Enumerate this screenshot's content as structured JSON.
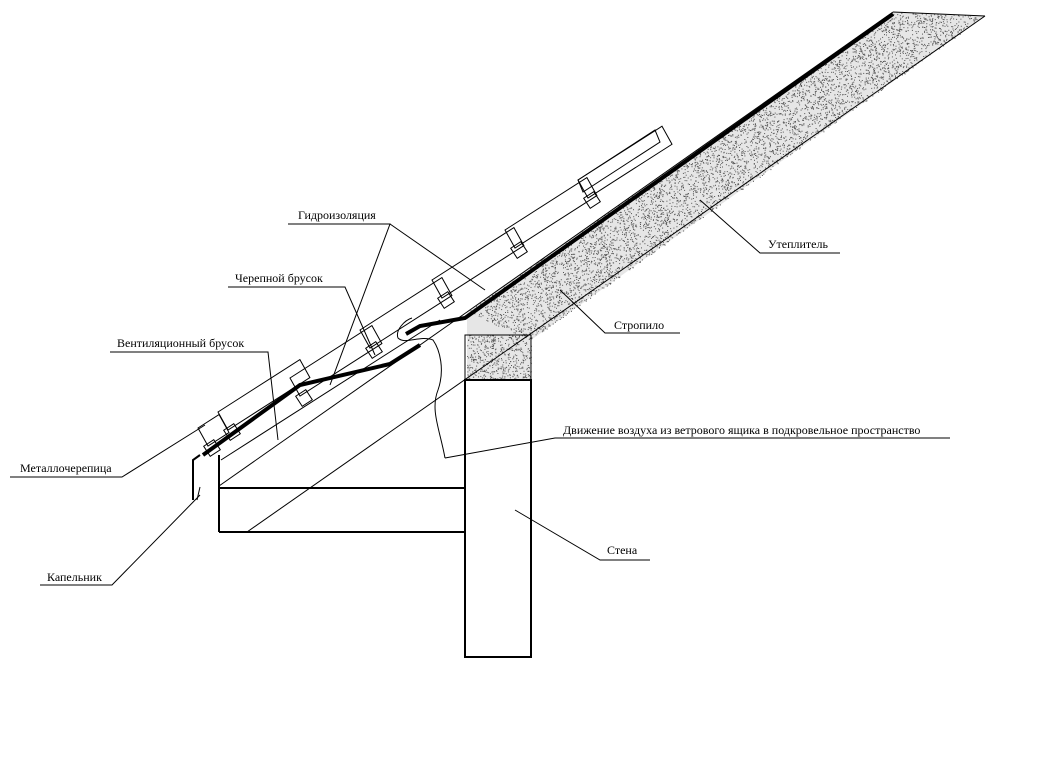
{
  "labels": {
    "waterproofing": "Гидроизоляция",
    "batten": "Черепной брусок",
    "vent_batten": "Вентиляционный брусок",
    "metal_tile": "Металлочерепица",
    "drip_edge": "Капельник",
    "insulation": "Утеплитель",
    "rafter": "Стропило",
    "airflow": "Движение воздуха из ветрового ящика в подкровельное пространство",
    "wall": "Стена"
  },
  "colors": {
    "line": "#000000",
    "insulation": "#555555"
  }
}
